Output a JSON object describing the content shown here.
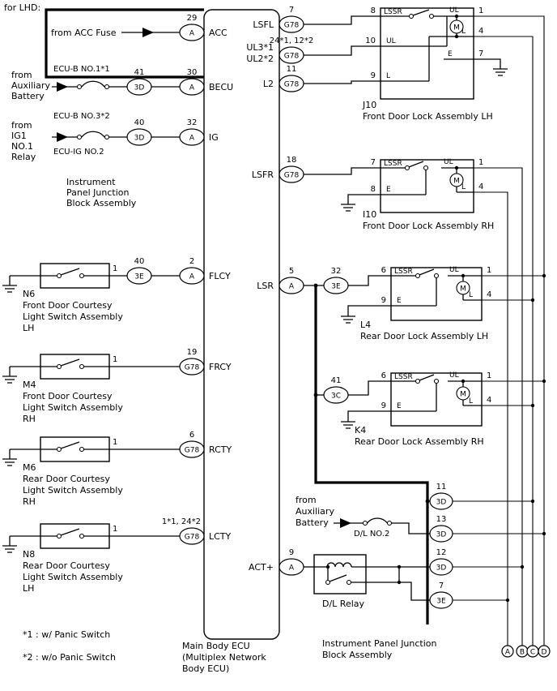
{
  "header": {
    "variant_label": "for LHD:"
  },
  "ecu": {
    "name_lines": [
      "Main Body ECU",
      "(Multiplex Network",
      "Body ECU)"
    ],
    "acc": {
      "source": "from ACC Fuse",
      "pin": "29",
      "conn": "A",
      "label": "ACC"
    },
    "becu": {
      "source_lines": [
        "from",
        "Auxiliary",
        "Battery"
      ],
      "fuse_label": "ECU-B NO.1*1",
      "fuse_label_alt": "ECU-B NO.3*2",
      "jb_pin": "41",
      "jb_conn": "3D",
      "pin": "30",
      "conn": "A",
      "label": "BECU"
    },
    "ig": {
      "source_lines": [
        "from",
        "IG1",
        "NO.1",
        "Relay"
      ],
      "fuse_label": "ECU-IG NO.2",
      "jb_pin": "40",
      "jb_conn": "3D",
      "pin": "32",
      "conn": "A",
      "label": "IG"
    },
    "jb_label_lines": [
      "Instrument",
      "Panel Junction",
      "Block Assembly"
    ],
    "lsfl": {
      "pin": "7",
      "conn": "G78",
      "label": "LSFL"
    },
    "ul": {
      "pin": "24*1, 12*2",
      "conn": "G78",
      "label_lines": [
        "UL3*1",
        "UL2*2"
      ]
    },
    "l2": {
      "pin": "11",
      "conn": "G78",
      "label": "L2"
    },
    "lsfr": {
      "pin": "18",
      "conn": "G78",
      "label": "LSFR"
    },
    "lsr": {
      "pin": "5",
      "conn": "A",
      "label": "LSR",
      "jb1_pin": "32",
      "jb1_conn": "3E",
      "jb2_pin": "41",
      "jb2_conn": "3C"
    },
    "act": {
      "pin": "9",
      "conn": "A",
      "label": "ACT+"
    }
  },
  "courtesy_switches": [
    {
      "id": "N6",
      "name_lines": [
        "Front Door Courtesy",
        "Light Switch Assembly",
        "LH"
      ],
      "pin": "1",
      "jb_pin": "40",
      "jb_conn": "3E",
      "ecu_pin": "2",
      "ecu_conn": "A",
      "ecu_label": "FLCY"
    },
    {
      "id": "M4",
      "name_lines": [
        "Front Door Courtesy",
        "Light Switch Assembly",
        "RH"
      ],
      "pin": "1",
      "ecu_pin": "19",
      "ecu_conn": "G78",
      "ecu_label": "FRCY"
    },
    {
      "id": "M6",
      "name_lines": [
        "Rear Door Courtesy",
        "Light Switch Assembly",
        "RH"
      ],
      "pin": "1",
      "ecu_pin": "6",
      "ecu_conn": "G78",
      "ecu_label": "RCTY"
    },
    {
      "id": "N8",
      "name_lines": [
        "Rear Door Courtesy",
        "Light Switch Assembly",
        "LH"
      ],
      "pin": "1",
      "ecu_pin": "1*1, 24*2",
      "ecu_conn": "G78",
      "ecu_label": "LCTY"
    }
  ],
  "door_locks": [
    {
      "id": "J10",
      "name": "Front Door Lock Assembly LH",
      "switch_label": "LSSR",
      "motor": "M",
      "pin_left_1": "8",
      "pin_left_2": "10",
      "pin_left_2_label": "UL",
      "pin_left_3": "9",
      "pin_left_3_label": "L",
      "pin_right_1": "1",
      "pin_right_1_label": "UL",
      "pin_right_2": "4",
      "pin_right_2_label": "L",
      "pin_right_3": "7",
      "pin_right_3_label": "E"
    },
    {
      "id": "I10",
      "name": "Front Door Lock Assembly RH",
      "switch_label": "LSSR",
      "motor": "M",
      "pin_left_1": "7",
      "pin_left_2": "8",
      "pin_left_2_label": "E",
      "pin_right_1": "1",
      "pin_right_1_label": "UL",
      "pin_right_2": "4",
      "pin_right_2_label": "L"
    },
    {
      "id": "L4",
      "name": "Rear Door Lock Assembly LH",
      "switch_label": "LSSR",
      "motor": "M",
      "pin_left_1": "6",
      "pin_left_2": "9",
      "pin_left_2_label": "E",
      "pin_right_1": "1",
      "pin_right_1_label": "UL",
      "pin_right_2": "4",
      "pin_right_2_label": "L"
    },
    {
      "id": "K4",
      "name": "Rear Door Lock Assembly RH",
      "switch_label": "LSSR",
      "motor": "M",
      "pin_left_1": "6",
      "pin_left_2": "9",
      "pin_left_2_label": "E",
      "pin_right_1": "1",
      "pin_right_1_label": "UL",
      "pin_right_2": "4",
      "pin_right_2_label": "L"
    }
  ],
  "dl_relay": {
    "name": "D/L Relay",
    "source_lines": [
      "from",
      "Auxiliary",
      "Battery"
    ],
    "fuse_label": "D/L NO.2"
  },
  "jb_bottom": {
    "name_lines": [
      "Instrument Panel Junction",
      "Block Assembly"
    ],
    "connectors": [
      {
        "pin": "11",
        "conn": "3D"
      },
      {
        "pin": "13",
        "conn": "3D"
      },
      {
        "pin": "12",
        "conn": "3D"
      },
      {
        "pin": "7",
        "conn": "3E"
      }
    ]
  },
  "page_connectors": [
    "A",
    "B",
    "C",
    "D"
  ],
  "notes": [
    "*1 : w/ Panic Switch",
    "*2 : w/o Panic Switch"
  ]
}
